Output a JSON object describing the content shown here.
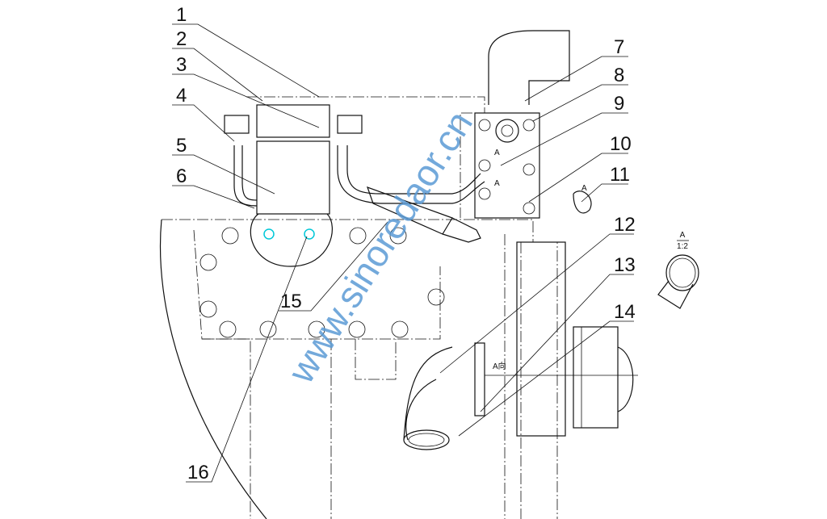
{
  "callouts": [
    "1",
    "2",
    "3",
    "4",
    "5",
    "6",
    "7",
    "8",
    "9",
    "10",
    "11",
    "12",
    "13",
    "14",
    "15",
    "16"
  ],
  "view_labels": {
    "a1": "A",
    "a2": "A",
    "a3": "A",
    "view_a": "A向",
    "detail_num": "A",
    "detail_den": "1:2"
  },
  "watermark": "www.sinoredaor.cn",
  "colors": {
    "line": "#111111",
    "watermark": "#5b9bd5",
    "center_mark": "#00c8d8"
  }
}
